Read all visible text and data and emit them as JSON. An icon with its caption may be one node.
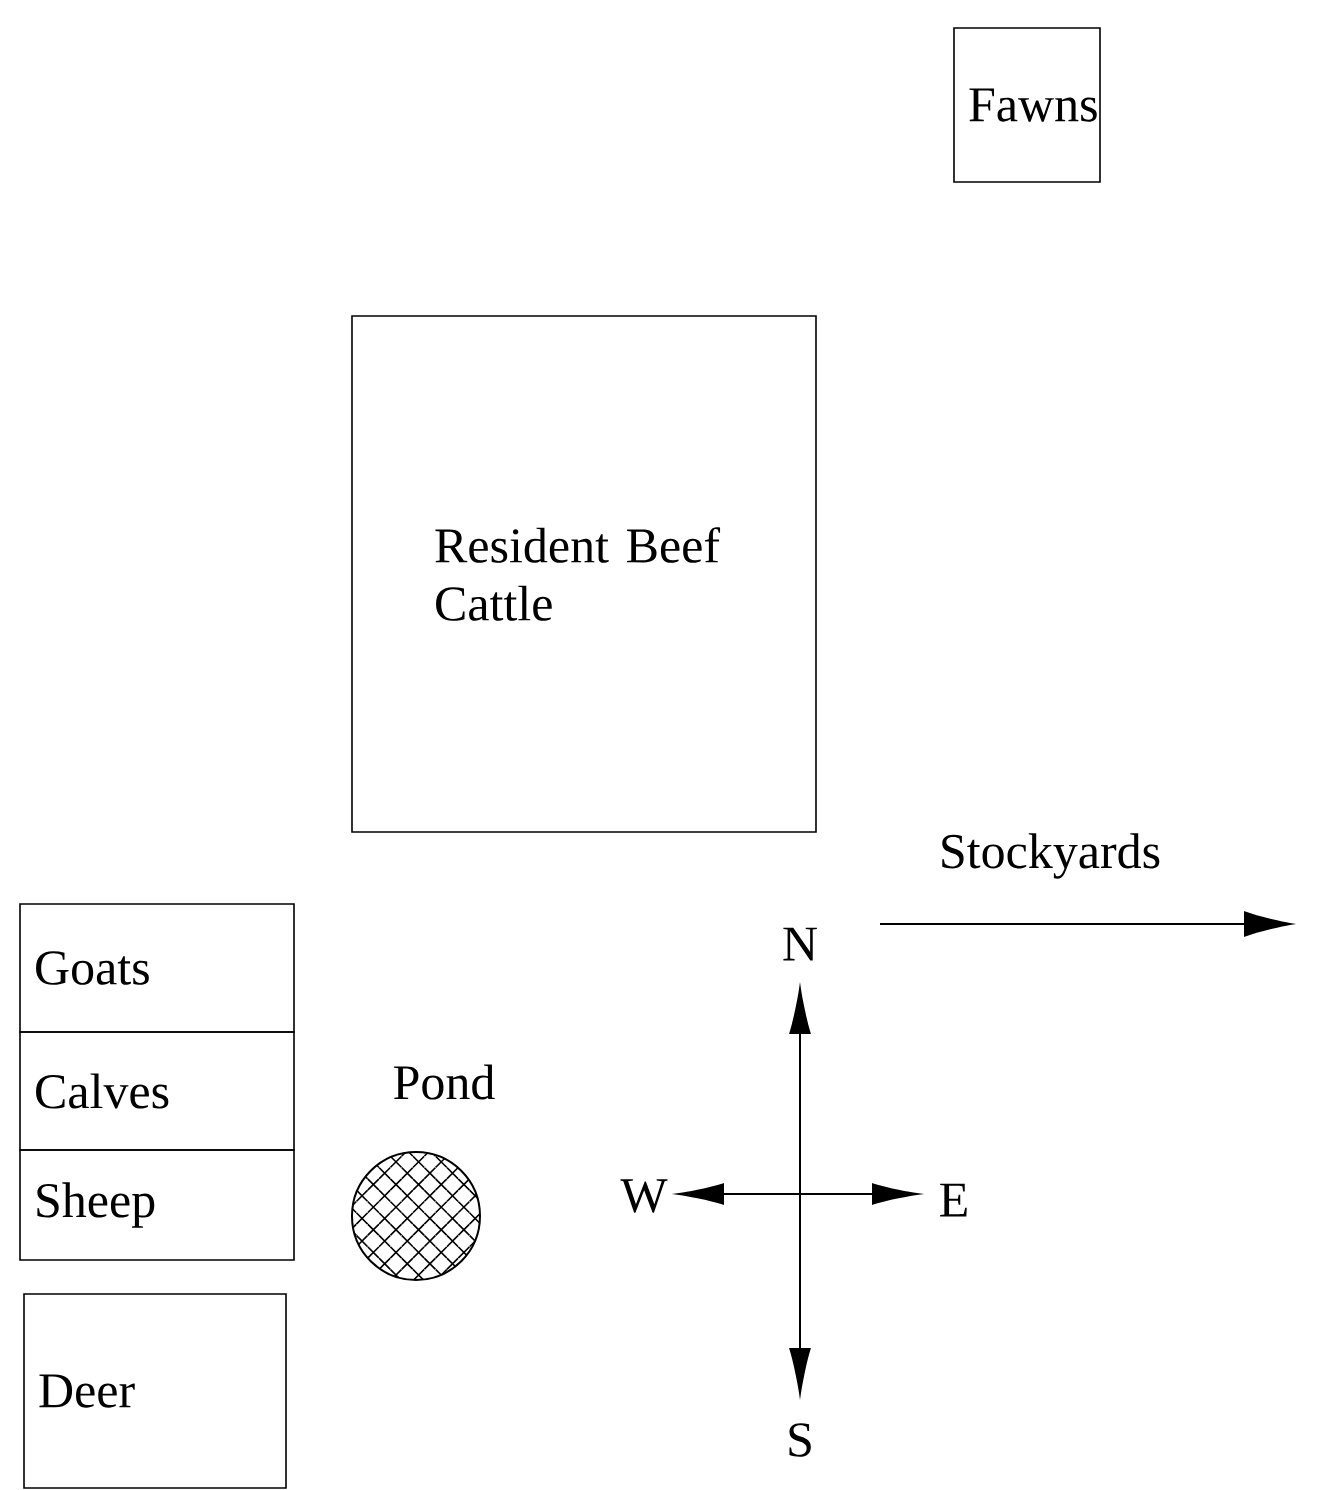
{
  "diagram": {
    "nodes": [
      {
        "text": [
          "Fawns"
        ]
      },
      {
        "text": [
          "Resident Beef Cattle"
        ]
      },
      {
        "text": [
          "Goats"
        ]
      },
      {
        "text": [
          "Calves"
        ]
      },
      {
        "text": [
          "Sheep"
        ]
      },
      {
        "text": [
          "Pond"
        ]
      },
      {
        "text": [
          "Deer"
        ]
      }
    ],
    "labels": [
      "Stockyards",
      "N",
      "W",
      "E",
      "S"
    ]
  }
}
